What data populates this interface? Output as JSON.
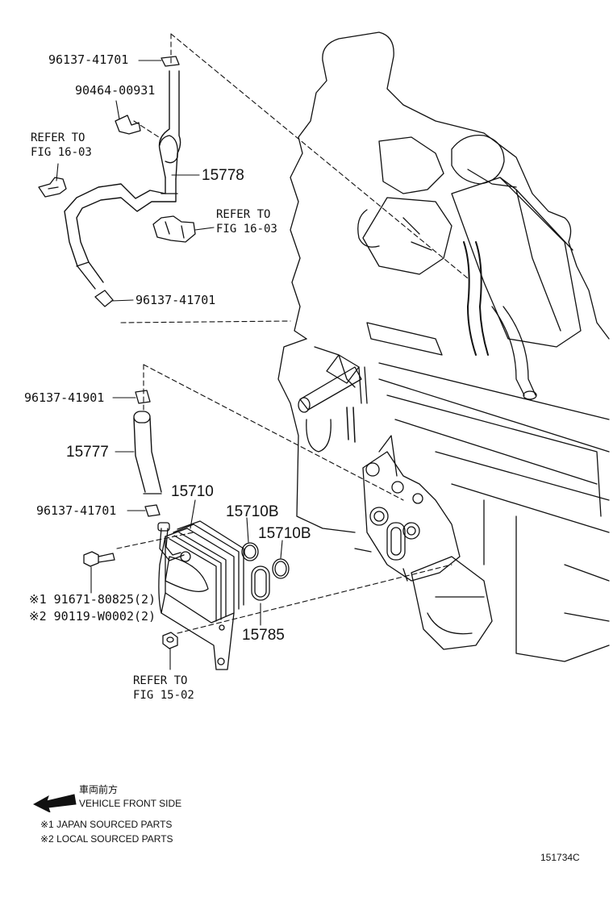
{
  "labels": {
    "p_96137_41701_top": "96137-41701",
    "p_90464_00931": "90464-00931",
    "refer1_line1": "REFER TO",
    "refer1_line2": "FIG 16-03",
    "p_15778": "15778",
    "refer2_line1": "REFER TO",
    "refer2_line2": "FIG 16-03",
    "p_96137_41701_mid": "96137-41701",
    "p_96137_41901": "96137-41901",
    "p_15777": "15777",
    "p_15710": "15710",
    "p_96137_41701_low": "96137-41701",
    "p_15710B_a": "15710B",
    "p_15710B_b": "15710B",
    "p_91671_80825": "※1 91671-80825(2)",
    "p_90119_W0002": "※2 90119-W0002(2)",
    "p_15785": "15785",
    "refer3_line1": "REFER TO",
    "refer3_line2": "FIG 15-02"
  },
  "legend": {
    "front_jp": "車両前方",
    "front_en": "VEHICLE FRONT SIDE",
    "note1": "※1 JAPAN SOURCED PARTS",
    "note2": "※2 LOCAL SOURCED PARTS"
  },
  "figure_code": "151734C",
  "icons": [
    "front-arrow-icon"
  ]
}
